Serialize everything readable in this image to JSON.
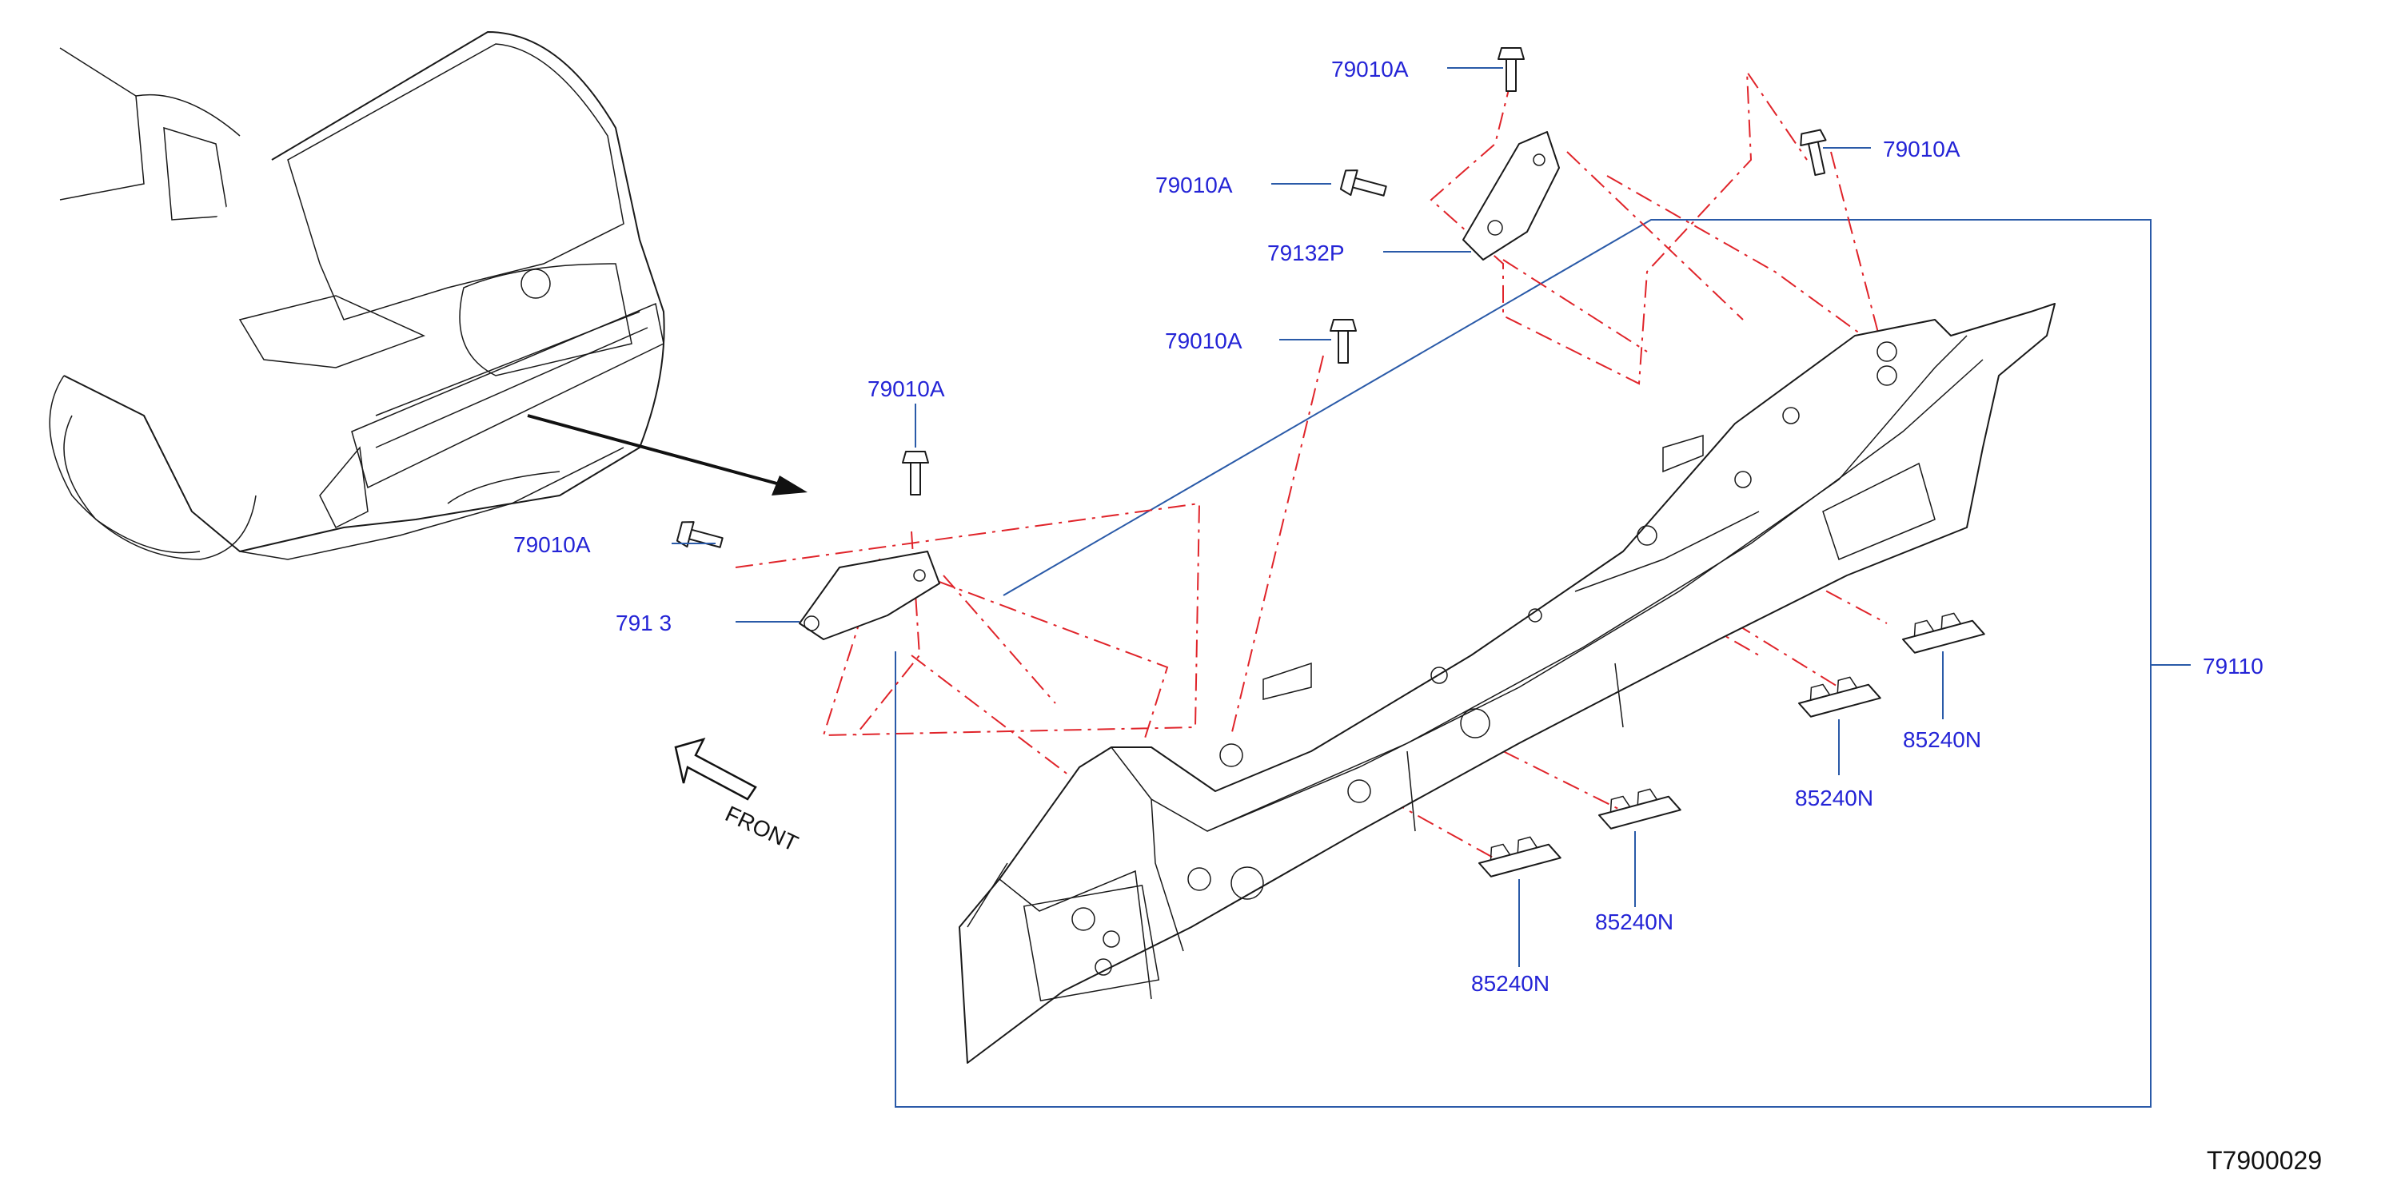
{
  "labels": {
    "bolt_top": "79010A",
    "bolt_top_right": "79010A",
    "bolt_upper_left": "79010A",
    "bracket_upper": "79132P",
    "bolt_mid": "79010A",
    "bolt_left_top": "79010A",
    "bolt_left": "79010A",
    "bracket_left": "791 3",
    "panel": "79110",
    "clip_1": "85240N",
    "clip_2": "85240N",
    "clip_3": "85240N",
    "clip_4": "85240N"
  },
  "front_label": "FRONT",
  "figure_code": "T7900029",
  "colors": {
    "label": "#2424d6",
    "leader": "#2a5aa8",
    "dash": "#e0242a",
    "line": "#1a1a1a"
  }
}
